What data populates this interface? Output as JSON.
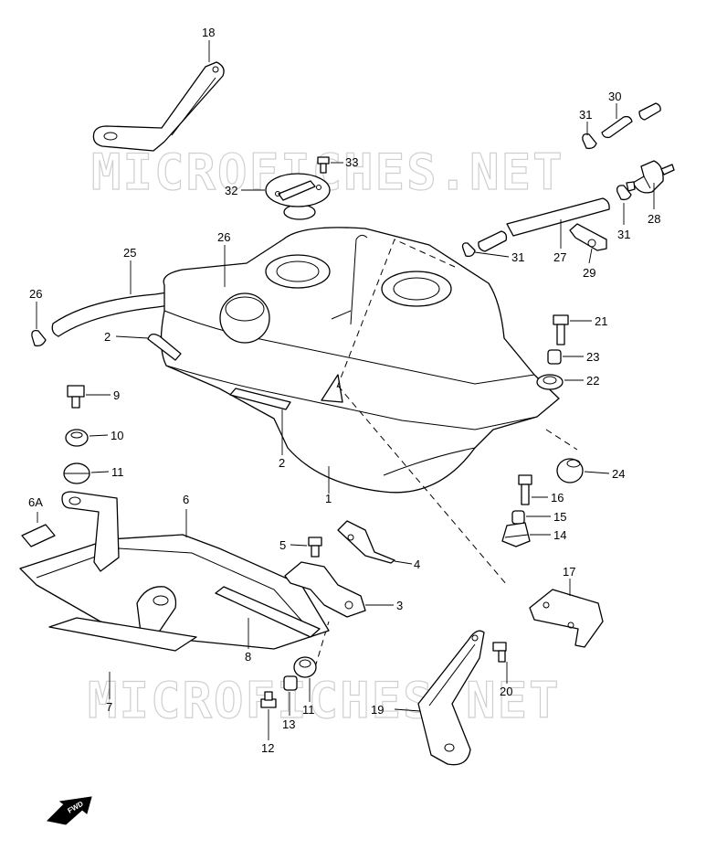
{
  "watermark": "MICROFICHES.NET",
  "fwd_label": "FWD",
  "callouts": {
    "c18": "18",
    "c30": "30",
    "c31a": "31",
    "c33": "33",
    "c32": "32",
    "c31b": "31",
    "c28": "28",
    "c26a": "26",
    "c25": "25",
    "c26b": "26",
    "c31c": "31",
    "c27": "27",
    "c29": "29",
    "c2a": "2",
    "c21": "21",
    "c23": "23",
    "c22": "22",
    "c9": "9",
    "c10": "10",
    "c11a": "11",
    "c2b": "2",
    "c24": "24",
    "c1": "1",
    "c6A": "6A",
    "c6": "6",
    "c16": "16",
    "c15": "15",
    "c14": "14",
    "c5": "5",
    "c4": "4",
    "c17": "17",
    "c3": "3",
    "c8": "8",
    "c20": "20",
    "c7": "7",
    "c11b": "11",
    "c13": "13",
    "c19": "19",
    "c12": "12"
  }
}
